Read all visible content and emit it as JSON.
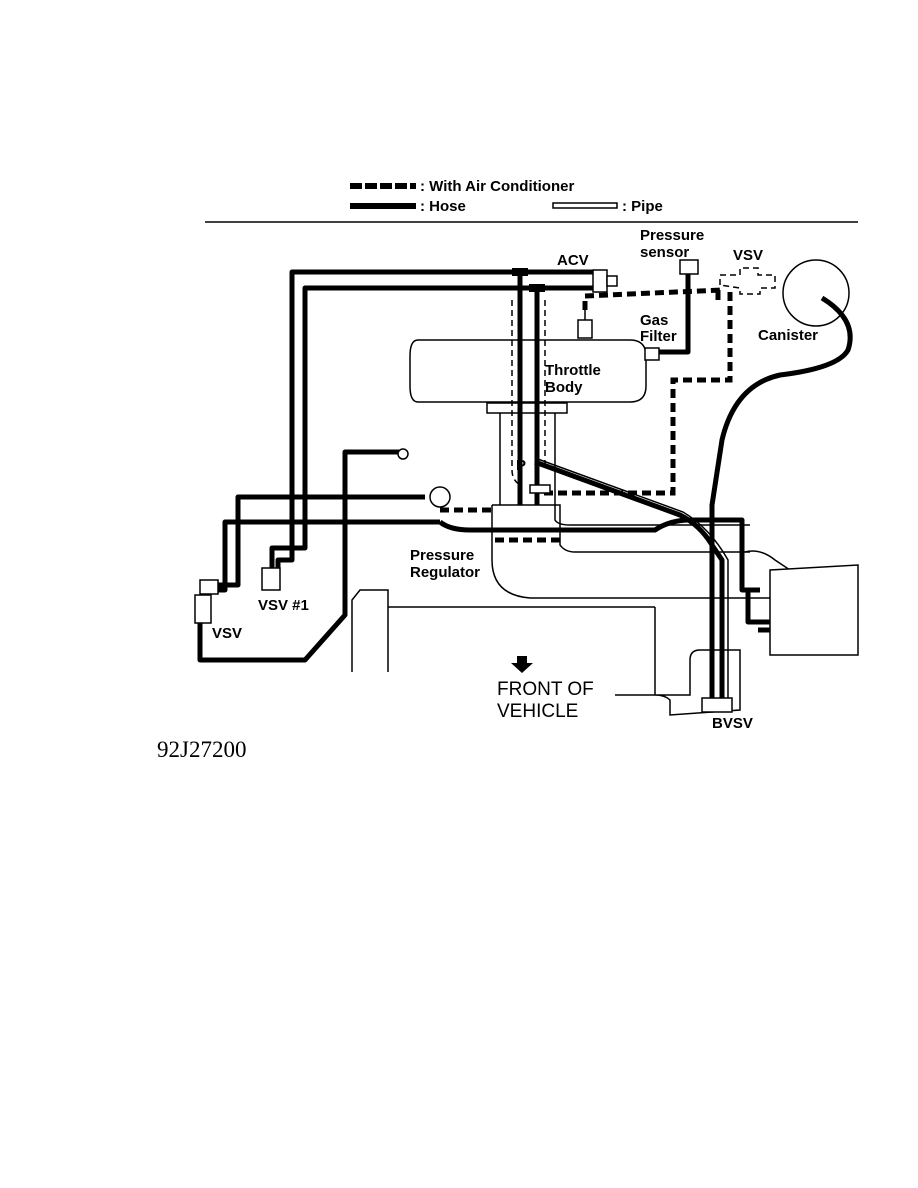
{
  "legend": {
    "ac_label": ": With Air Conditioner",
    "hose_label": ": Hose",
    "pipe_label": ": Pipe"
  },
  "labels": {
    "pressure": "Pressure",
    "sensor": "sensor",
    "vsv_top": "VSV",
    "acv": "ACV",
    "gas": "Gas",
    "filter": "Filter",
    "canister": "Canister",
    "throttle": "Throttle",
    "body": "Body",
    "p": "P",
    "pressure_reg": "Pressure",
    "regulator": "Regulator",
    "vsv1": "VSV #1",
    "vsv_left": "VSV",
    "front_of": "FRONT OF",
    "vehicle": "VEHICLE",
    "bvsv": "BVSV"
  },
  "figure_code": "92J27200"
}
